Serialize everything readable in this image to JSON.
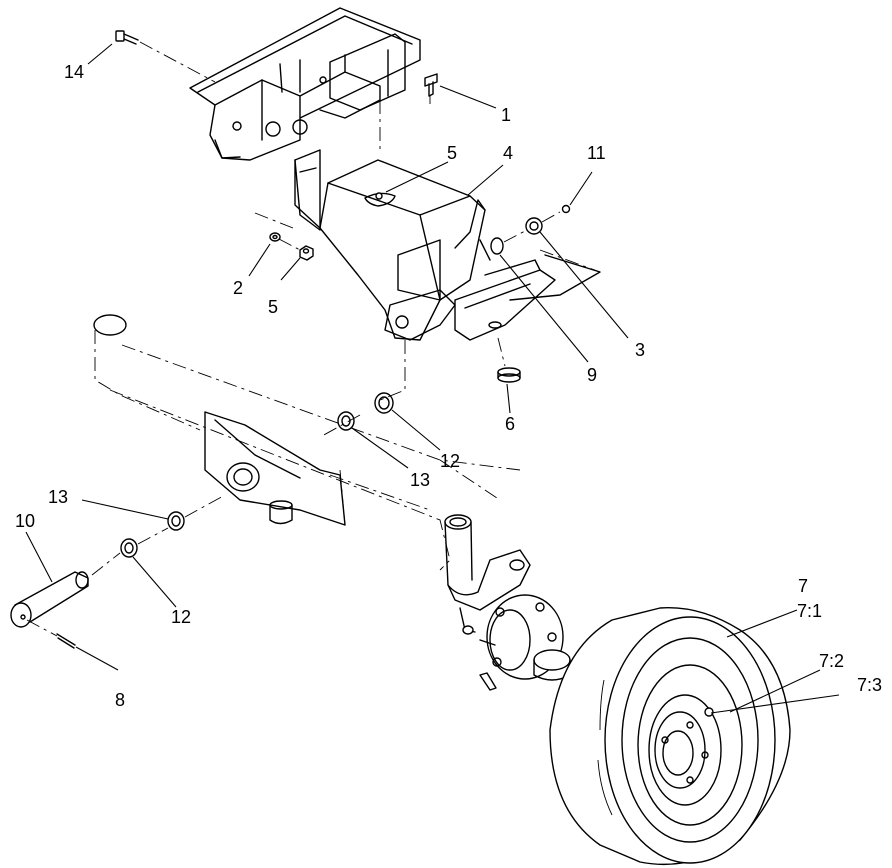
{
  "callouts": [
    {
      "id": "c1",
      "text": "1"
    },
    {
      "id": "c2",
      "text": "2"
    },
    {
      "id": "c3",
      "text": "3"
    },
    {
      "id": "c4",
      "text": "4"
    },
    {
      "id": "c5a",
      "text": "5"
    },
    {
      "id": "c5b",
      "text": "5"
    },
    {
      "id": "c6",
      "text": "6"
    },
    {
      "id": "c7",
      "text": "7"
    },
    {
      "id": "c7_1",
      "text": "7:1"
    },
    {
      "id": "c7_2",
      "text": "7:2"
    },
    {
      "id": "c7_3",
      "text": "7:3"
    },
    {
      "id": "c8",
      "text": "8"
    },
    {
      "id": "c9",
      "text": "9"
    },
    {
      "id": "c10",
      "text": "10"
    },
    {
      "id": "c11",
      "text": "11"
    },
    {
      "id": "c12a",
      "text": "12"
    },
    {
      "id": "c12b",
      "text": "12"
    },
    {
      "id": "c13a",
      "text": "13"
    },
    {
      "id": "c13b",
      "text": "13"
    },
    {
      "id": "c14",
      "text": "14"
    }
  ]
}
